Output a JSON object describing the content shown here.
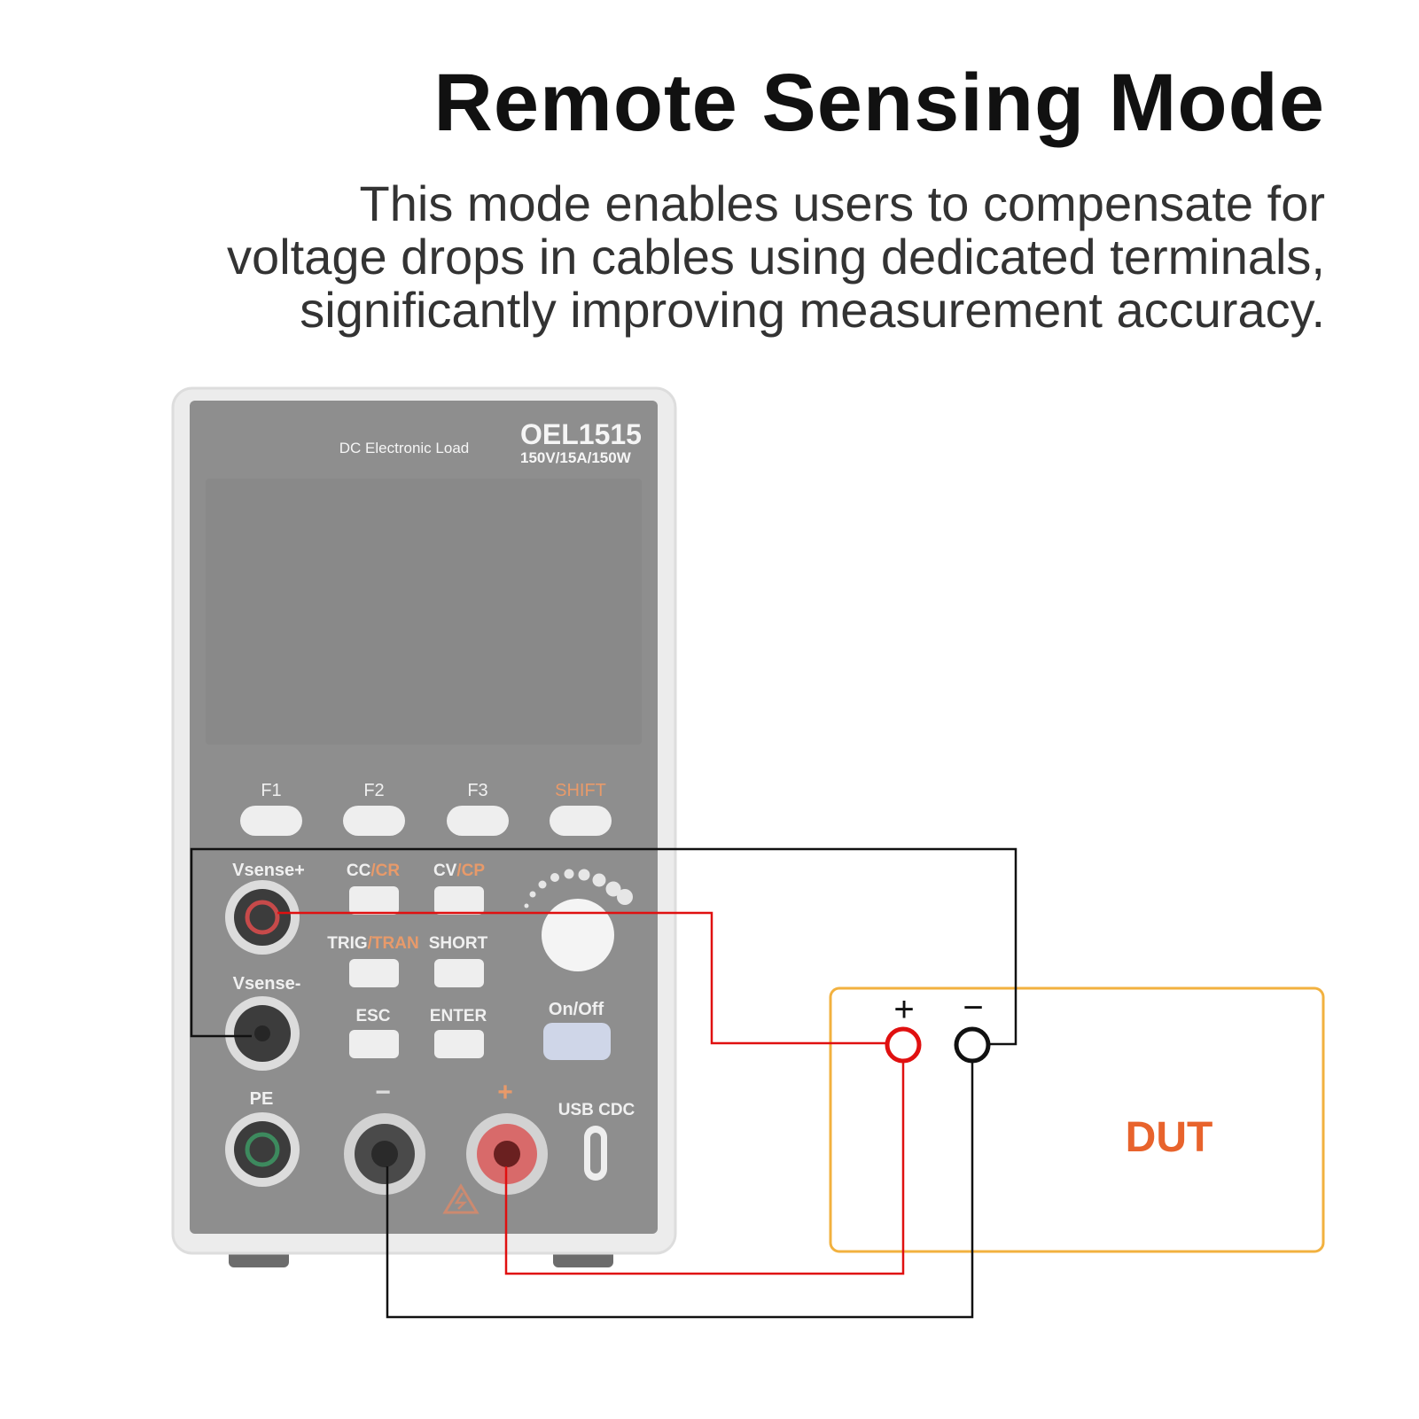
{
  "heading": "Remote Sensing Mode",
  "description": [
    "This mode enables users to compensate for",
    "voltage drops in cables using dedicated terminals,",
    "significantly improving measurement accuracy."
  ],
  "device": {
    "subtitle": "DC Electronic Load",
    "model": "OEL1515",
    "rating": "150V/15A/150W",
    "function_keys": [
      "F1",
      "F2",
      "F3",
      "SHIFT"
    ],
    "vsense_plus": "Vsense+",
    "vsense_minus": "Vsense-",
    "cc": "CC",
    "cr": "/CR",
    "cv": "CV",
    "cp": "/CP",
    "trig": "TRIG",
    "tran": "/TRAN",
    "short": "SHORT",
    "esc": "ESC",
    "enter": "ENTER",
    "onoff": "On/Off",
    "pe": "PE",
    "minus": "−",
    "plus": "+",
    "usb": "USB CDC"
  },
  "dut": {
    "label": "DUT",
    "plus": "+",
    "minus": "−"
  },
  "colors": {
    "accent_orange": "#e8632c",
    "dut_border": "#f2b13f",
    "wire_red": "#e01010",
    "wire_black": "#111111",
    "panel": "#8e8e8e",
    "bezel": "#ececec"
  },
  "icons": [
    "warning-triangle-icon",
    "knob-icon"
  ]
}
